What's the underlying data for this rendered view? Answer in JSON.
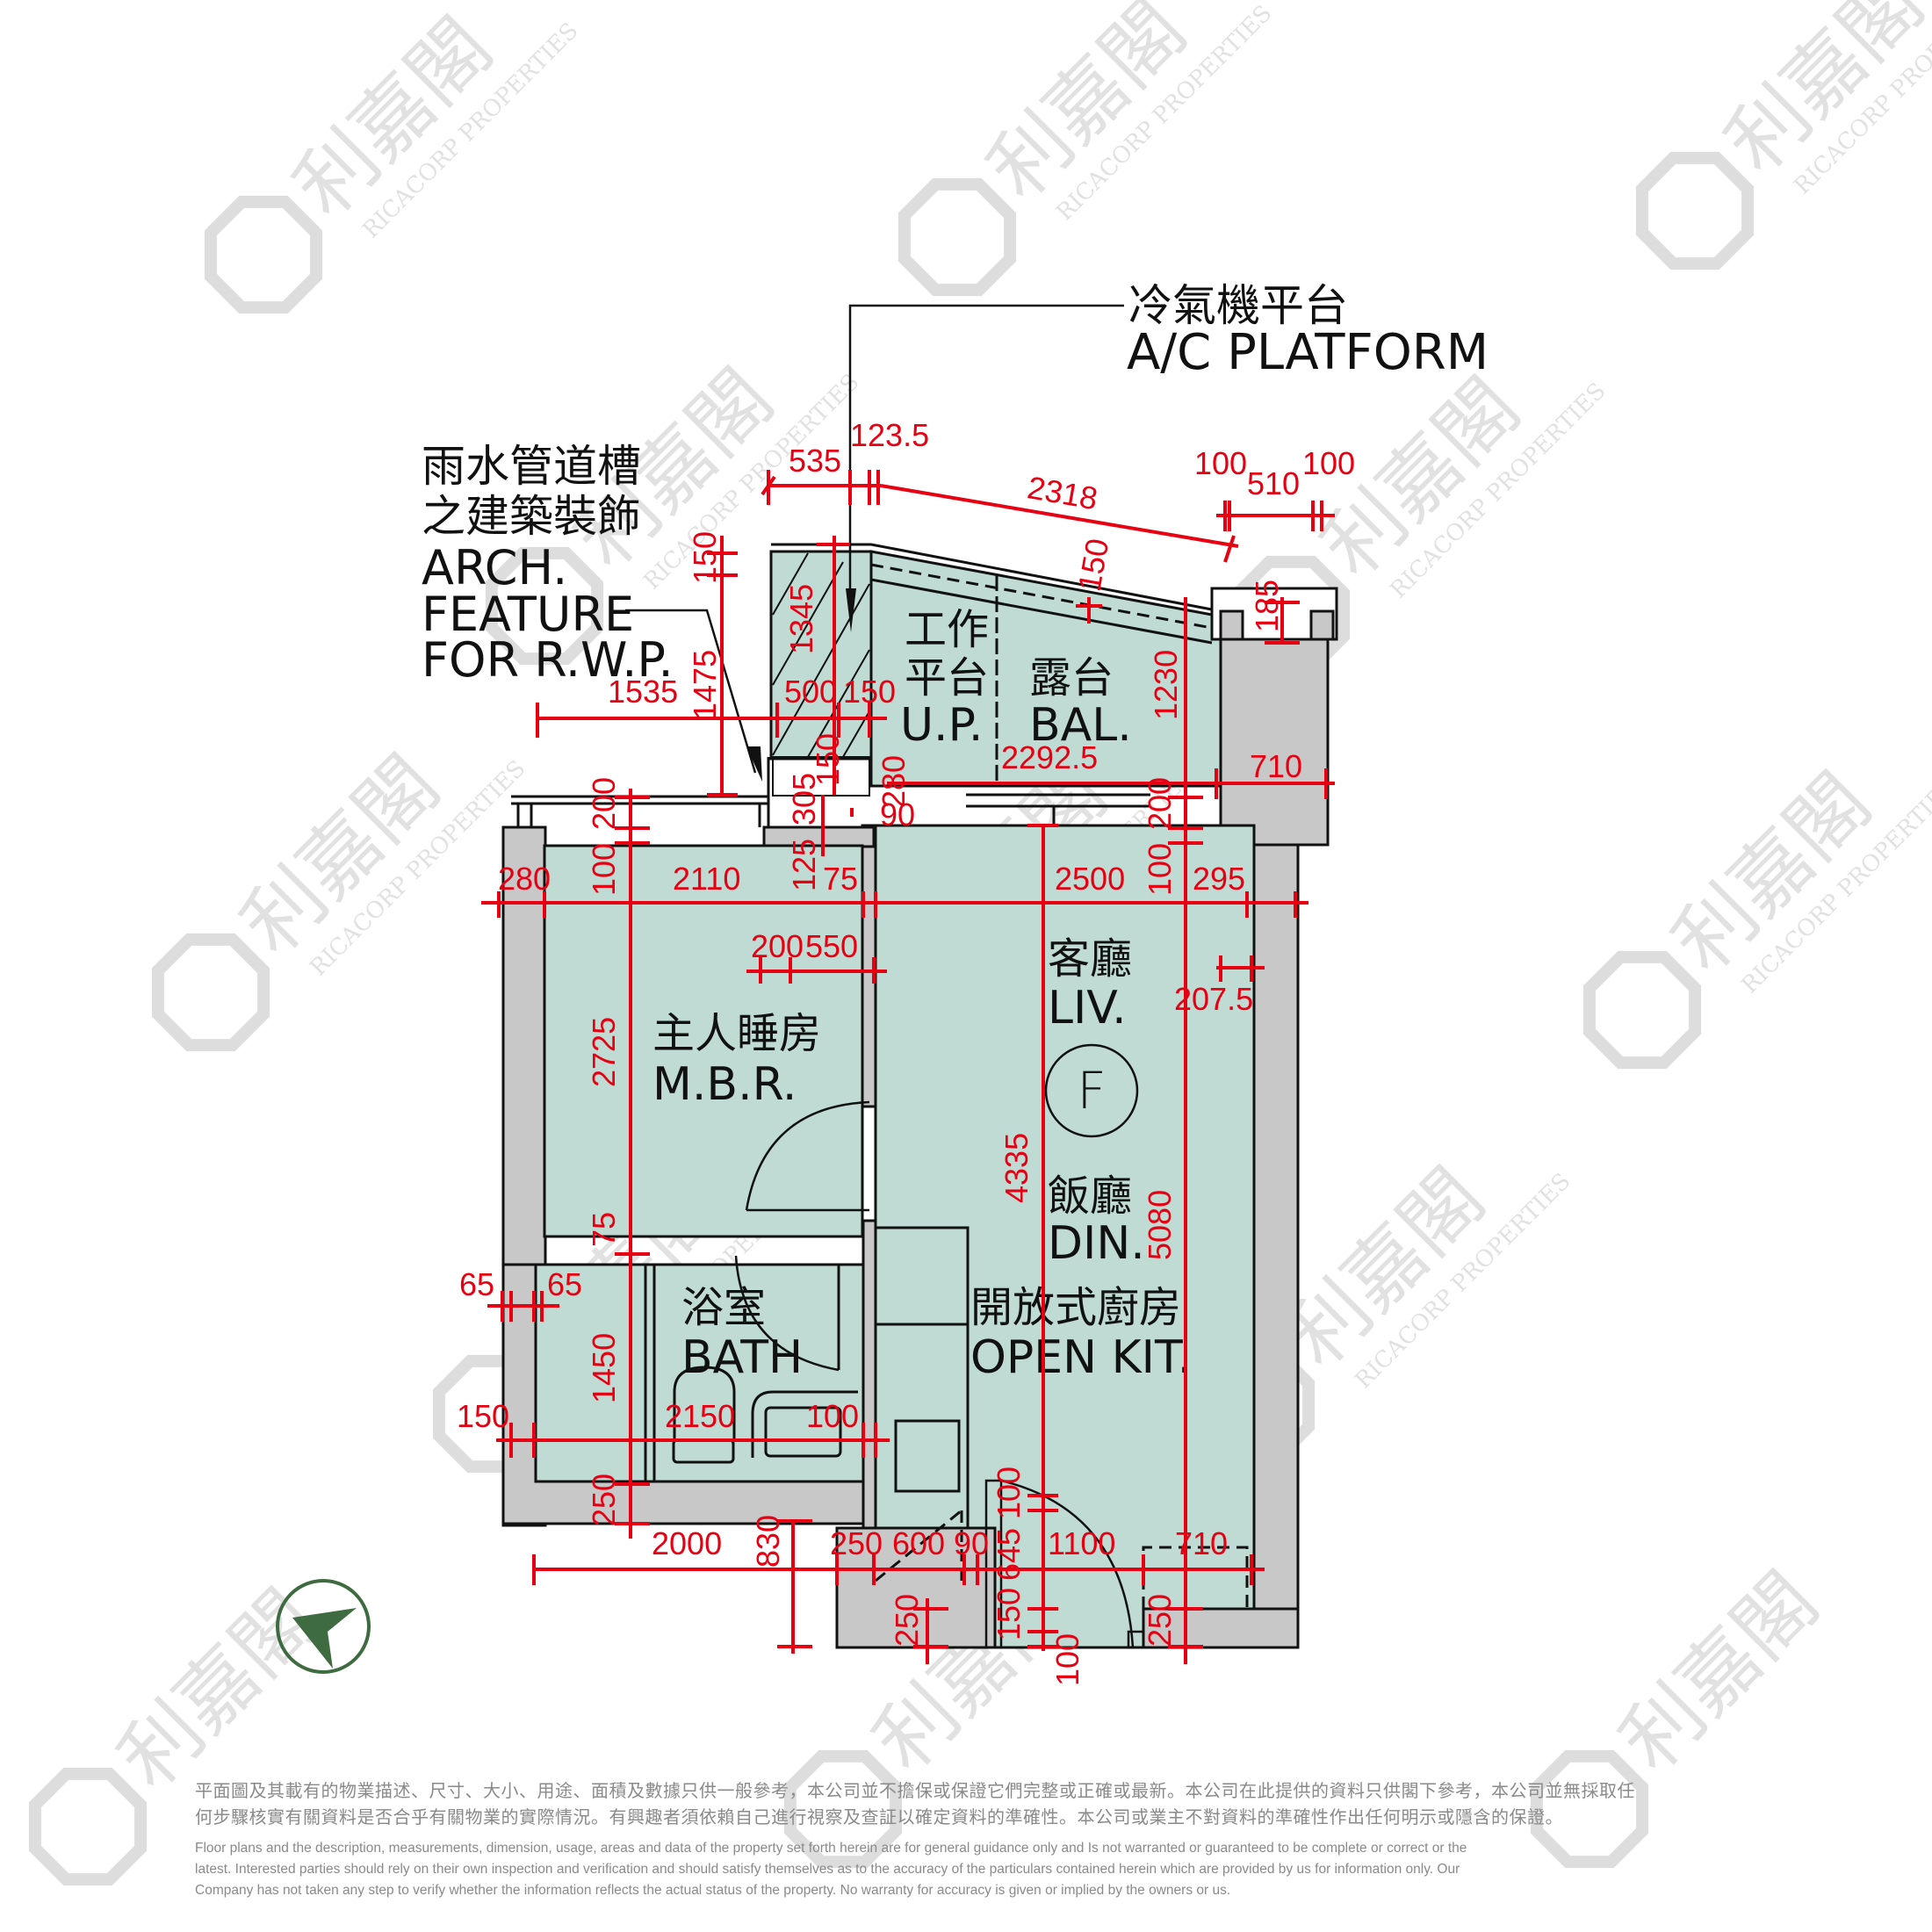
{
  "brand": {
    "watermark_zh": "利嘉閣",
    "watermark_en": "RICACORP PROPERTIES",
    "colors": {
      "dimension_red": "#e60012",
      "room_fill": "#bfdbd3",
      "wall_fill": "#c8c8c8",
      "line": "#111111",
      "compass_green": "#3f6b40",
      "disclaimer_gray": "#8a8a8a"
    }
  },
  "callouts": {
    "ac_platform": {
      "zh": "冷氣機平台",
      "en": "A/C PLATFORM"
    },
    "rwp_feature": {
      "zh_line1": "雨水管道槽",
      "zh_line2": "之建築裝飾",
      "en_line1": "ARCH.",
      "en_line2": "FEATURE",
      "en_line3": "FOR R.W.P."
    }
  },
  "rooms": {
    "utility_platform": {
      "zh_line1": "工作",
      "zh_line2": "平台",
      "en": "U.P."
    },
    "balcony": {
      "zh": "露台",
      "en": "BAL."
    },
    "living": {
      "zh": "客廳",
      "en": "LIV."
    },
    "dining": {
      "zh": "飯廳",
      "en": "DIN."
    },
    "master_bedroom": {
      "zh": "主人睡房",
      "en": "M.B.R."
    },
    "bathroom": {
      "zh": "浴室",
      "en": "BATH"
    },
    "open_kitchen": {
      "zh": "開放式廚房",
      "en": "OPEN KIT."
    }
  },
  "unit_marker": "F",
  "dimensions": {
    "top_535": "535",
    "top_123_5": "123.5",
    "top_2318": "2318",
    "top_100a": "100",
    "top_510": "510",
    "top_100b": "100",
    "v_150_left": "150",
    "v_1475": "1475",
    "v_1345": "1345",
    "h_1535": "1535",
    "h_500": "500",
    "h_150": "150",
    "v_150_bal": "150",
    "v_1230": "1230",
    "v_185": "185",
    "h_2292_5": "2292.5",
    "h_710_top": "710",
    "v_150_mid": "150",
    "v_305": "305",
    "v_280": "280",
    "h_90_top": "90",
    "v_200_left": "200",
    "v_100_left": "100",
    "v_200_right": "200",
    "v_100_right": "100",
    "v_125": "125",
    "h_280": "280",
    "h_2110": "2110",
    "h_75": "75",
    "h_2500": "2500",
    "h_295": "295",
    "h_200": "200",
    "h_550": "550",
    "h_207_5": "207.5",
    "v_2725": "2725",
    "v_4335": "4335",
    "v_5080": "5080",
    "v_75_bath": "75",
    "h_65_left": "65",
    "h_65_right": "65",
    "v_1450": "1450",
    "h_150_bath": "150",
    "h_2150": "2150",
    "h_100_bath": "100",
    "v_250_bath": "250",
    "h_2000": "2000",
    "v_830": "830",
    "h_250": "250",
    "h_600": "600",
    "h_90_bottom": "90",
    "v_645": "645",
    "v_100_door": "100",
    "h_1100": "1100",
    "h_710_bottom": "710",
    "v_250_kit": "250",
    "v_150_door": "150",
    "v_100_bottom": "100",
    "v_250_right": "250"
  },
  "compass": {
    "icon": "north-arrow-icon"
  },
  "disclaimer": {
    "zh_line1": "平面圖及其載有的物業描述、尺寸、大小、用途、面積及數據只供一般參考，本公司並不擔保或保證它們完整或正確或最新。本公司在此提供的資料只供閣下參考，本公司並無採取任",
    "zh_line2": "何步驟核實有關資料是否合乎有關物業的實際情況。有興趣者須依賴自己進行視察及查証以確定資料的準確性。本公司或業主不對資料的準確性作出任何明示或隱含的保證。",
    "en_line1": "Floor plans and the description, measurements, dimension, usage, areas and data of the property set forth herein are for general guidance only and Is not warranted or guaranteed to be complete or correct or the",
    "en_line2": "latest. Interested parties should rely on their own inspection and verification and should satisfy themselves as to the accuracy of the particulars contained herein which are provided by us for information only.  Our",
    "en_line3": "Company has not taken any step to verify whether the information reflects the actual status of the property.  No warranty for accuracy is given or implied by the owners or us."
  }
}
